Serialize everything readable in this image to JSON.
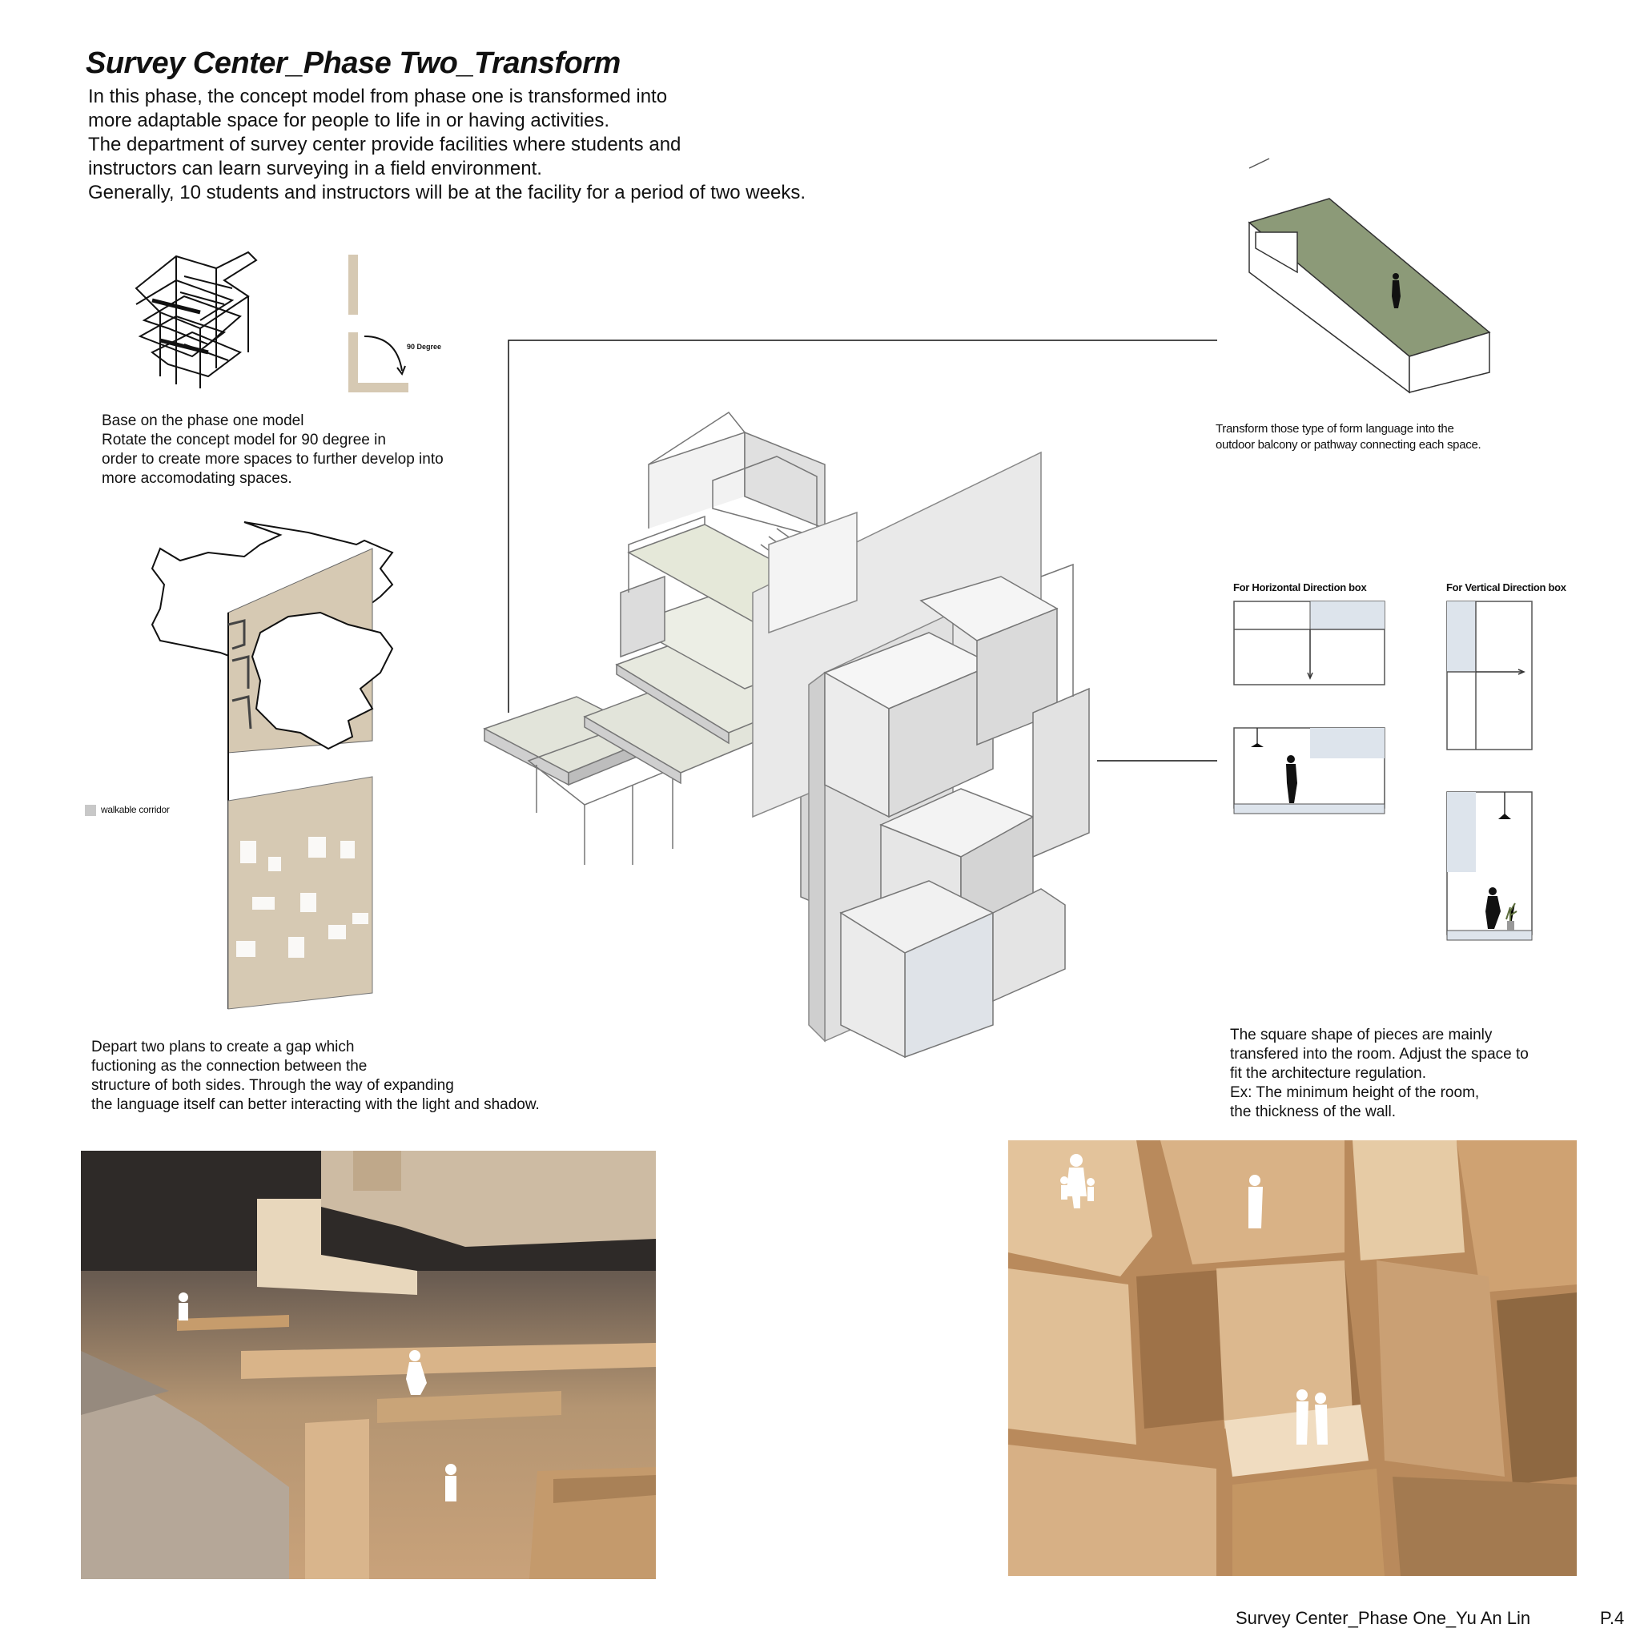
{
  "header": {
    "title": "Survey Center_Phase Two_Transform",
    "intro_lines": [
      "In this phase, the concept model from phase one is transformed into",
      "more adaptable space for people to life in or having activities.",
      "The department of survey center provide facilities where students and",
      "instructors can learn surveying in a field environment.",
      "Generally, 10 students and instructors will be at the facility for a period of two weeks."
    ]
  },
  "rotation": {
    "angle_label": "90 Degree",
    "caption_lines": [
      "Base on the phase one model",
      "Rotate the concept model for 90 degree in",
      "order to create more spaces to further develop into",
      "more accomodating spaces."
    ]
  },
  "balcony": {
    "caption_lines": [
      "Transform those type of form language into the",
      "outdoor balcony or pathway connecting each space."
    ]
  },
  "legend": {
    "walkable_label": "walkable corridor"
  },
  "direction_boxes": {
    "horizontal_label": "For Horizontal Direction box",
    "vertical_label": "For Vertical Direction box"
  },
  "gap": {
    "caption_lines": [
      "Depart two plans to create a gap which",
      "fuctioning as the connection between the",
      "structure of both sides. Through the way of expanding",
      "the language itself can better interacting with the light and shadow."
    ]
  },
  "rooms": {
    "caption_lines": [
      "The square shape of pieces are mainly",
      "transfered into the room.  Adjust the space to",
      "fit the architecture regulation.",
      "Ex: The minimum height of the room,",
      "the thickness of the wall."
    ]
  },
  "footer": {
    "project": "Survey Center_Phase One_Yu An Lin",
    "page": "P.4"
  },
  "colors": {
    "tan": "#d6c9b3",
    "green": "#8c9a78",
    "blue_tint": "#dde4ec",
    "model_gray": "#e8e8e8",
    "photo_wood": "#c9a27a",
    "photo_dark": "#3a3430"
  }
}
